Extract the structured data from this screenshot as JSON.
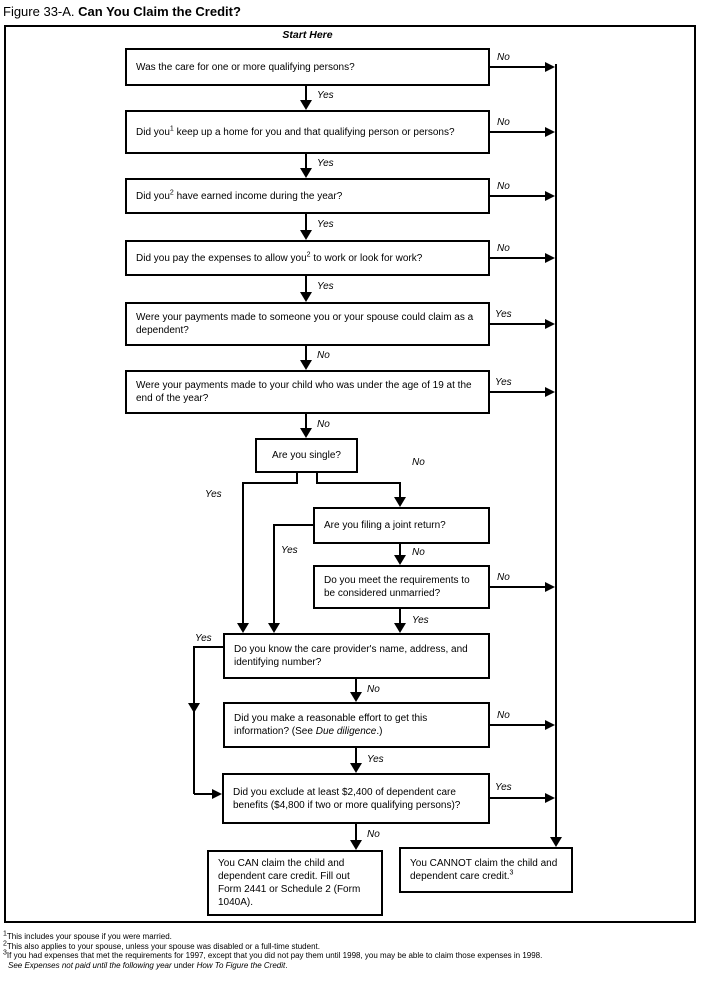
{
  "figure": {
    "title_prefix": "Figure 33-A. ",
    "title_bold": "Can You Claim the Credit?",
    "start_label": "Start Here"
  },
  "flowchart": {
    "q1": {
      "text": "Was the care for one or more qualifying persons?",
      "no": "No",
      "yes": "Yes"
    },
    "q2": {
      "pre": "Did you",
      "sup": "1",
      "post": " keep up a home for you and that qualifying person or persons?",
      "no": "No",
      "yes": "Yes"
    },
    "q3": {
      "pre": "Did you",
      "sup": "2",
      "post": " have earned income during the year?",
      "no": "No",
      "yes": "Yes"
    },
    "q4": {
      "pre": "Did you pay the expenses to allow you",
      "sup": "2",
      "post": " to work or look for work?",
      "no": "No",
      "yes": "Yes"
    },
    "q5": {
      "text": "Were your payments made to someone you or your spouse could claim as a dependent?",
      "yes": "Yes",
      "no": "No"
    },
    "q6": {
      "text": "Were your payments made to your child who was under the age of 19 at the end of the year?",
      "yes": "Yes",
      "no": "No"
    },
    "q7": {
      "text": "Are you single?",
      "yes": "Yes",
      "no": "No"
    },
    "q8": {
      "text": "Are you filing a joint return?",
      "yes": "Yes",
      "no": "No"
    },
    "q9": {
      "text": "Do you meet the requirements to be considered unmarried?",
      "no": "No",
      "yes": "Yes"
    },
    "q10": {
      "text": "Do you know the care provider's name, address, and identifying number?",
      "yes": "Yes",
      "no": "No"
    },
    "q11": {
      "pre": "Did you make a reasonable effort to get this information? (See ",
      "italic": "Due diligence",
      "post": ".)",
      "no": "No",
      "yes": "Yes"
    },
    "q12": {
      "text": "Did you exclude at least $2,400 of dependent care benefits ($4,800 if two or more qualifying persons)?",
      "yes": "Yes",
      "no": "No"
    },
    "end_can": {
      "text": "You CAN claim the child and dependent care credit. Fill out Form 2441 or Schedule 2 (Form 1040A)."
    },
    "end_cannot": {
      "pre": "You CANNOT claim the child and dependent care credit.",
      "sup": "3"
    }
  },
  "footnotes": [
    {
      "sup": "1",
      "text": "This includes your spouse if you were married."
    },
    {
      "sup": "2",
      "text": "This also applies to your spouse, unless your spouse was disabled or a full-time student."
    },
    {
      "sup": "3",
      "text": "If you had expenses that met the requirements for 1997, except that you did not pay them until 1998, you may be able to claim those expenses in 1998."
    },
    {
      "italic1": "See Expenses not paid until the following year",
      "mid": " under ",
      "italic2": "How To Figure the Credit",
      "end": "."
    }
  ]
}
